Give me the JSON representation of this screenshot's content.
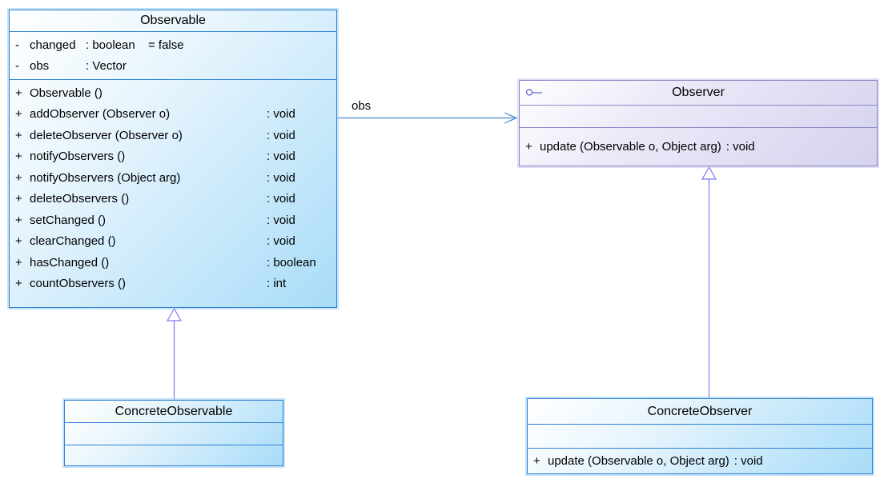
{
  "diagram": {
    "kind": "uml-class-diagram",
    "pattern": "Observer",
    "background": "#ffffff"
  },
  "colors": {
    "blue_class_border": "#2e82d4",
    "blue_class_fill": "#a8dcf8",
    "purple_class_border": "#8a89c6",
    "purple_class_fill": "#d5d2ee",
    "generalization_line": "#7d7cf0",
    "association_line": "#4a86d8",
    "interface_icon": "#4443c8",
    "text": "#000000"
  },
  "icons": {
    "observer_stereotype": "interface-lollipop-icon"
  },
  "classes": {
    "observable": {
      "name": "Observable",
      "aligned_types": true,
      "attributes": [
        {
          "visibility": "-",
          "name": "changed",
          "type": "boolean",
          "default": "false"
        },
        {
          "visibility": "-",
          "name": "obs",
          "type": "Vector",
          "default": ""
        }
      ],
      "operations": [
        {
          "visibility": "+",
          "signature": "Observable ()",
          "return_type": ""
        },
        {
          "visibility": "+",
          "signature": "addObserver (Observer o)",
          "return_type": "void"
        },
        {
          "visibility": "+",
          "signature": "deleteObserver (Observer o)",
          "return_type": "void"
        },
        {
          "visibility": "+",
          "signature": "notifyObservers ()",
          "return_type": "void"
        },
        {
          "visibility": "+",
          "signature": "notifyObservers (Object arg)",
          "return_type": "void"
        },
        {
          "visibility": "+",
          "signature": "deleteObservers ()",
          "return_type": "void"
        },
        {
          "visibility": "+",
          "signature": "setChanged ()",
          "return_type": "void"
        },
        {
          "visibility": "+",
          "signature": "clearChanged ()",
          "return_type": "void"
        },
        {
          "visibility": "+",
          "signature": "hasChanged ()",
          "return_type": "boolean"
        },
        {
          "visibility": "+",
          "signature": "countObservers ()",
          "return_type": "int"
        }
      ]
    },
    "observer": {
      "name": "Observer",
      "is_interface": true,
      "aligned_types": false,
      "attributes": [],
      "operations": [
        {
          "visibility": "+",
          "signature": "update (Observable o, Object arg)",
          "return_type": "void"
        }
      ]
    },
    "concrete_observable": {
      "name": "ConcreteObservable",
      "aligned_types": false,
      "attributes": [],
      "operations": []
    },
    "concrete_observer": {
      "name": "ConcreteObserver",
      "aligned_types": false,
      "attributes": [],
      "operations": [
        {
          "visibility": "+",
          "signature": "update (Observable o, Object arg)",
          "return_type": "void"
        }
      ]
    }
  },
  "connectors": {
    "association": {
      "type": "directed-association",
      "label": "obs",
      "from": "Observable",
      "to": "Observer"
    },
    "gen_concrete_observable": {
      "type": "generalization",
      "from": "ConcreteObservable",
      "to": "Observable"
    },
    "gen_concrete_observer": {
      "type": "generalization",
      "from": "ConcreteObserver",
      "to": "Observer"
    }
  }
}
